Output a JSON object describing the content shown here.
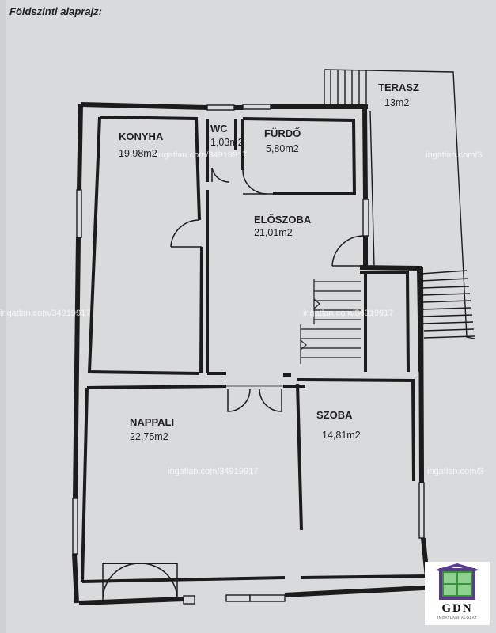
{
  "title": "Földszinti alaprajz:",
  "rooms": {
    "konyha": {
      "name": "KONYHA",
      "area": "19,98m2"
    },
    "wc": {
      "name": "WC",
      "area": "1,03m2"
    },
    "furdo": {
      "name": "FÜRDŐ",
      "area": "5,80m2"
    },
    "eloszoba": {
      "name": "ELŐSZOBA",
      "area": "21,01m2"
    },
    "nappali": {
      "name": "NAPPALI",
      "area": "22,75m2"
    },
    "szoba": {
      "name": "SZOBA",
      "area": "14,81m2"
    },
    "terasz": {
      "name": "TERASZ",
      "area": "13m2"
    }
  },
  "watermark": "ingatlan.com/34919917",
  "watermark_short": "ingatlan.com/3",
  "logo": {
    "text": "GDN",
    "subtitle": "INGATLANHÁLÓZAT"
  },
  "colors": {
    "background": "#d9dadc",
    "wall": "#1c1c1c",
    "logo_green": "#3a8f3a",
    "logo_purple": "#5a3d8a"
  }
}
